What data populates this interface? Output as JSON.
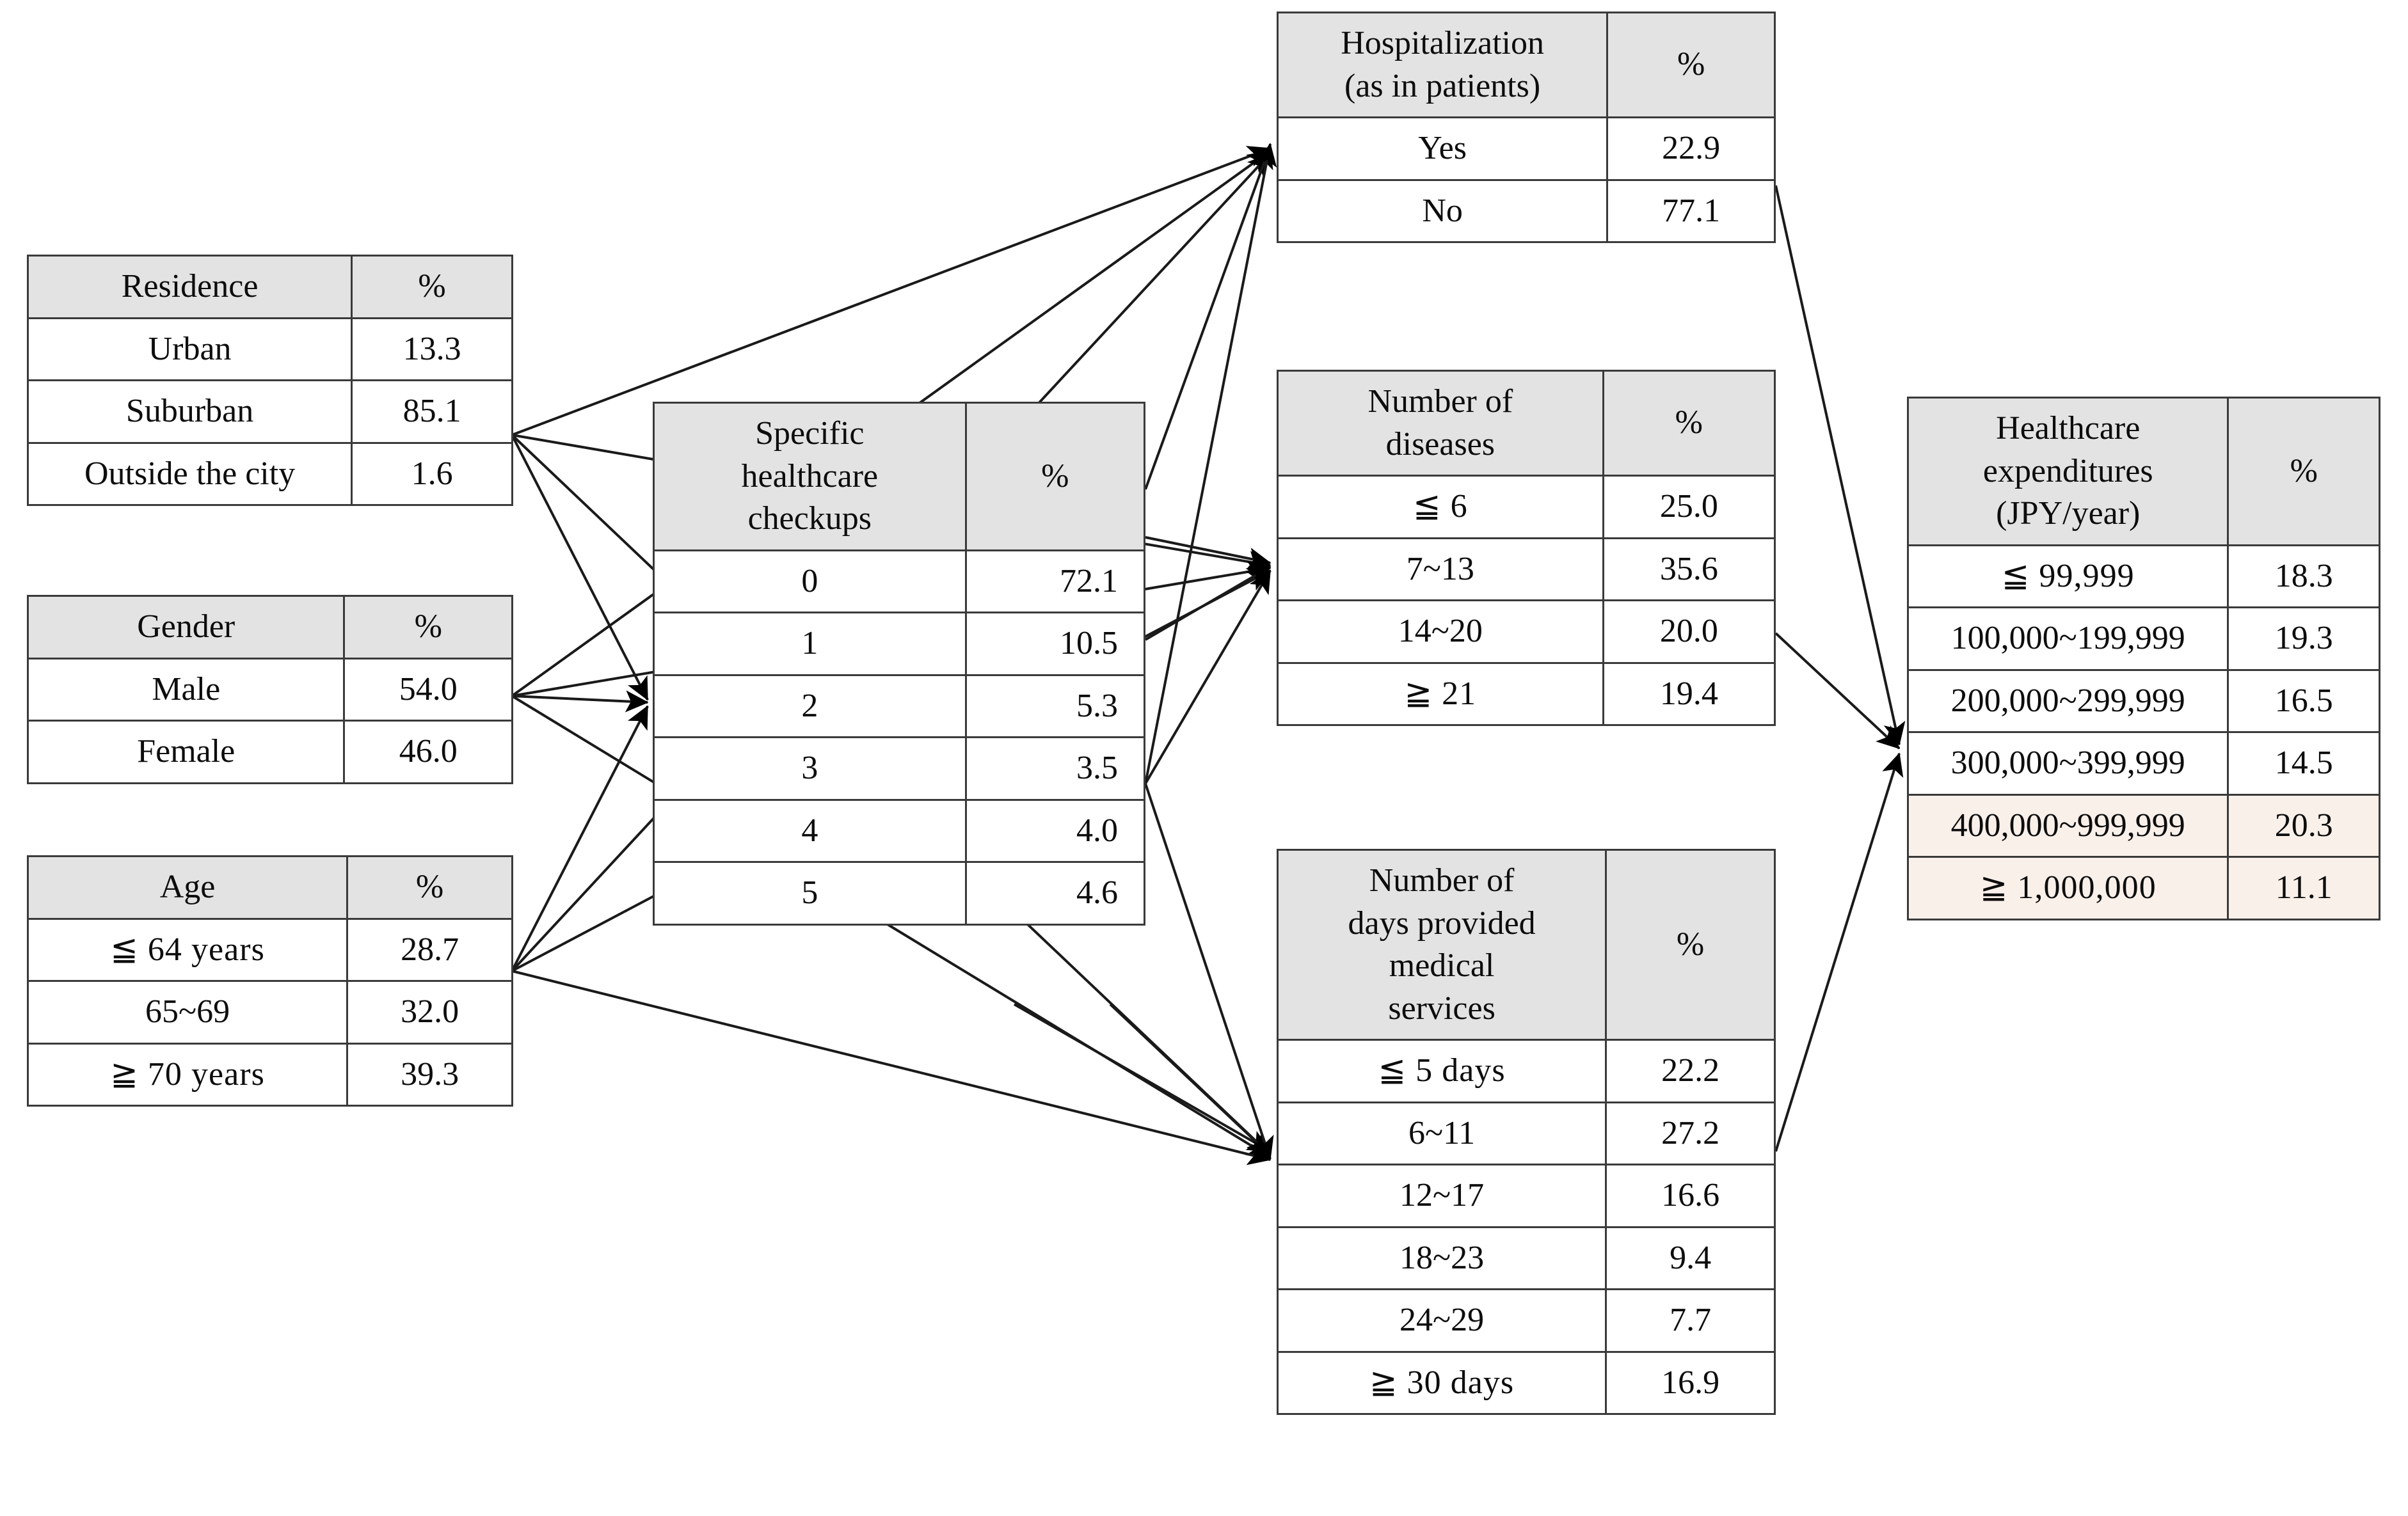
{
  "figure": {
    "type": "flow-diagram",
    "percent_header": "%",
    "highlight_color": "#faf0ea",
    "header_color": "#e3e3e3",
    "border_color": "#3a3a3a"
  },
  "tables": {
    "residence": {
      "title": "Residence",
      "pct_header": "%",
      "rows": [
        {
          "label": "Urban",
          "value": "13.3"
        },
        {
          "label": "Suburban",
          "value": "85.1"
        },
        {
          "label": "Outside the city",
          "value": "1.6"
        }
      ]
    },
    "gender": {
      "title": "Gender",
      "pct_header": "%",
      "rows": [
        {
          "label": "Male",
          "value": "54.0"
        },
        {
          "label": "Female",
          "value": "46.0"
        }
      ]
    },
    "age": {
      "title": "Age",
      "pct_header": "%",
      "rows": [
        {
          "label": "≦  64 years",
          "value": "28.7"
        },
        {
          "label": "65~69",
          "value": "32.0"
        },
        {
          "label": "≧  70 years",
          "value": "39.3"
        }
      ]
    },
    "checkups": {
      "title": "Specific healthcare checkups",
      "title_lines": [
        "Specific",
        "healthcare",
        "checkups"
      ],
      "pct_header": "%",
      "rows": [
        {
          "label": "0",
          "value": "72.1"
        },
        {
          "label": "1",
          "value": "10.5"
        },
        {
          "label": "2",
          "value": "5.3"
        },
        {
          "label": "3",
          "value": "3.5"
        },
        {
          "label": "4",
          "value": "4.0"
        },
        {
          "label": "5",
          "value": "4.6"
        }
      ]
    },
    "hospitalization": {
      "title": "Hospitalization (as in patients)",
      "title_lines": [
        "Hospitalization",
        "(as in patients)"
      ],
      "pct_header": "%",
      "rows": [
        {
          "label": "Yes",
          "value": "22.9"
        },
        {
          "label": "No",
          "value": "77.1"
        }
      ]
    },
    "diseases": {
      "title": "Number of diseases",
      "title_lines": [
        "Number of",
        "diseases"
      ],
      "pct_header": "%",
      "rows": [
        {
          "label": "≦ 6",
          "value": "25.0"
        },
        {
          "label": "7~13",
          "value": "35.6"
        },
        {
          "label": "14~20",
          "value": "20.0"
        },
        {
          "label": "≧ 21",
          "value": "19.4"
        }
      ]
    },
    "days": {
      "title": "Number of days provided medical services",
      "title_lines": [
        "Number of",
        "days provided",
        "medical",
        "services"
      ],
      "pct_header": "%",
      "rows": [
        {
          "label": "≦ 5 days",
          "value": "22.2"
        },
        {
          "label": "6~11",
          "value": "27.2"
        },
        {
          "label": "12~17",
          "value": "16.6"
        },
        {
          "label": "18~23",
          "value": "9.4"
        },
        {
          "label": "24~29",
          "value": "7.7"
        },
        {
          "label": "≧ 30 days",
          "value": "16.9"
        }
      ]
    },
    "expenditures": {
      "title": "Healthcare expenditures (JPY/year)",
      "title_lines": [
        "Healthcare",
        "expenditures",
        "(JPY/year)"
      ],
      "pct_header": "%",
      "rows": [
        {
          "label": "≦ 99,999",
          "value": "18.3",
          "highlight": false
        },
        {
          "label": "100,000~199,999",
          "value": "19.3",
          "highlight": false
        },
        {
          "label": "200,000~299,999",
          "value": "16.5",
          "highlight": false
        },
        {
          "label": "300,000~399,999",
          "value": "14.5",
          "highlight": false
        },
        {
          "label": "400,000~999,999",
          "value": "20.3",
          "highlight": true
        },
        {
          "label": "≧ 1,000,000",
          "value": "11.1",
          "highlight": true
        }
      ]
    }
  }
}
